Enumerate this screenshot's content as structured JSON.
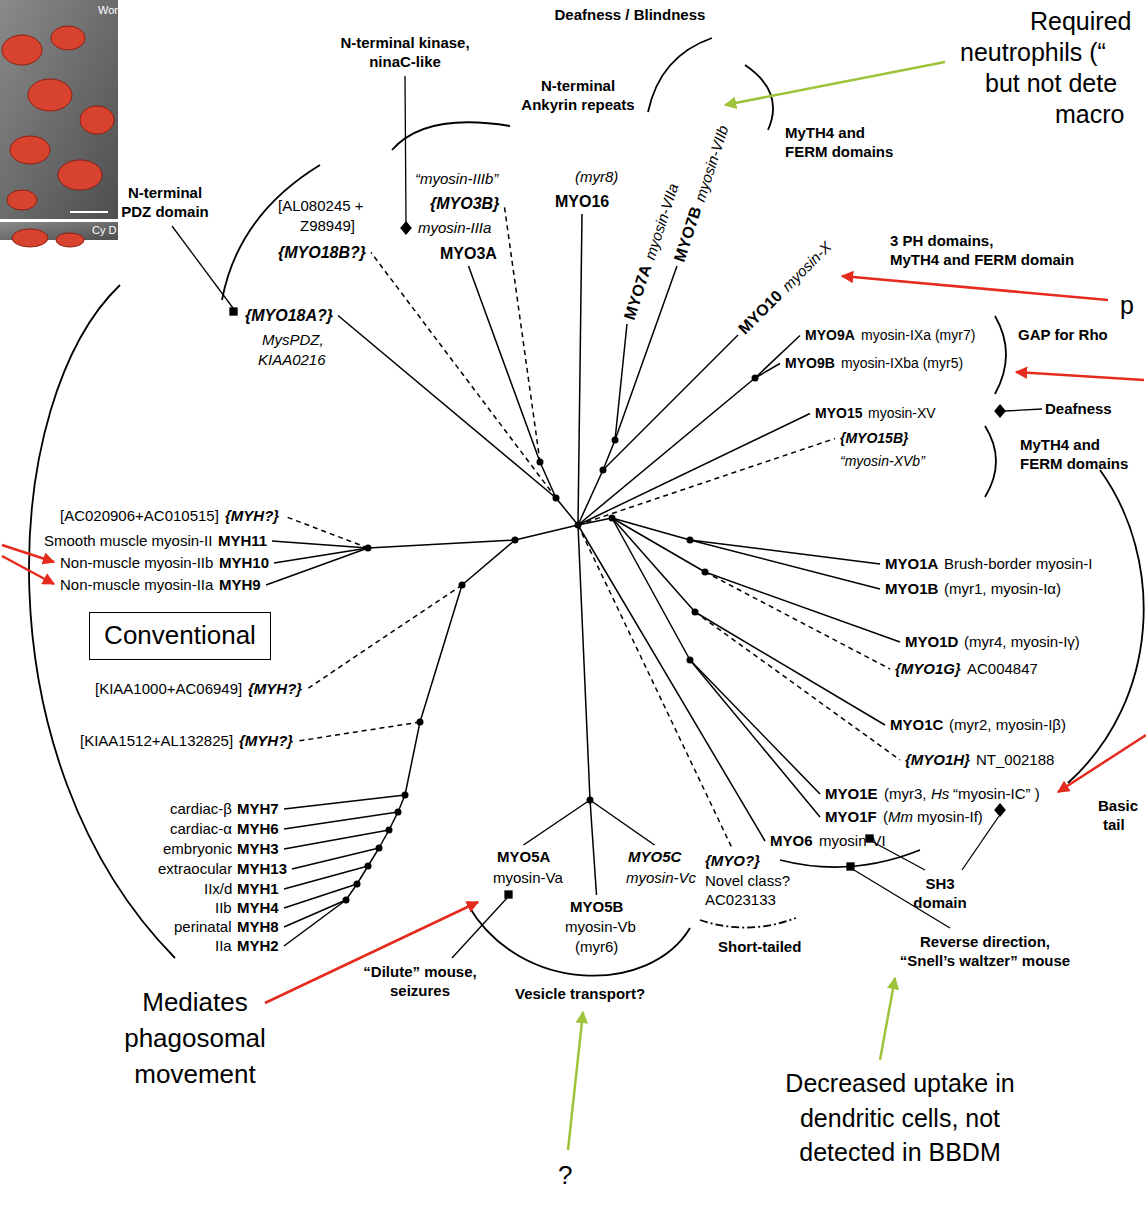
{
  "diagram": {
    "nodes": [
      {
        "text": [
          "Conventional"
        ]
      }
    ],
    "labels": [
      "Wort",
      "Cy D",
      "Required",
      "neutrophils (“",
      "but not dete",
      "macro",
      "Deafness / Blindness",
      "N-terminal kinase, ninaC-like",
      "N-terminal Ankyrin repeats",
      "N-terminal PDZ domain",
      "MyTH4 and FERM domains",
      "3 PH domains,",
      "MyTH4 and FERM domain",
      "p",
      "[AL080245 +",
      "Z98949]",
      "{MYO18B?}",
      "{MYO18A?}",
      "MysPDZ,",
      "KIAA0216",
      "“myosin-IIIb”",
      "{MYO3B}",
      "myosin-IIIa",
      "MYO3A",
      "(myr8)",
      "MYO16",
      "MYO7A",
      "myosin-VIIa",
      "MYO7B",
      "myosin-VIIb",
      "MYO10",
      "myosin-X",
      "MYO9A",
      "myosin-IXa (myr7)",
      "MYO9B",
      "myosin-IXba (myr5)",
      "GAP for Rho",
      "MYO15",
      "myosin-XV",
      "{MYO15B}",
      "“myosin-XVb”",
      "Deafness",
      "MyTH4 and FERM domains",
      "[AC020906+AC010515]",
      "{MYH?}",
      "Smooth muscle myosin-II",
      "MYH11",
      "Non-muscle myosin-IIb",
      "MYH10",
      "Non-muscle myosin-IIa",
      "MYH9",
      "[KIAA1000+AC06949]",
      "{MYH?}",
      "[KIAA1512+AL132825]",
      "{MYH?}",
      "cardiac-β",
      "MYH7",
      "cardiac-α",
      "MYH6",
      "embryonic",
      "MYH3",
      "extraocular",
      "MYH13",
      "IIx/d",
      "MYH1",
      "IIb",
      "MYH4",
      "perinatal",
      "MYH8",
      "IIa",
      "MYH2",
      "MYO1A",
      "Brush-border myosin-I",
      "MYO1B",
      "(myr1, myosin-Iα)",
      "MYO1D",
      "(myr4, myosin-Iγ)",
      "{MYO1G}",
      "AC004847",
      "MYO1C",
      "(myr2, myosin-Iβ)",
      "{MYO1H}",
      "NT_002188",
      "MYO1E",
      "(myr3,",
      "Hs",
      "“myosin-IC” )",
      "MYO1F",
      "(",
      "Mm",
      "myosin-If)",
      "Basic",
      "tail",
      "SH3 domain",
      "MYO5A",
      "myosin-Va",
      "MYO5B",
      "myosin-Vb",
      "(myr6)",
      "MYO5C",
      "myosin-Vc",
      "{MYO?}",
      "Novel class?",
      "AC023133",
      "Short-tailed",
      "MYO6",
      "myosin-VI",
      "“Dilute” mouse, seizures",
      "Vesicle transport?",
      "Reverse direction, “Snell’s waltzer” mouse",
      "Mediates phagosomal movement",
      "?",
      "Decreased uptake in dendritic cells, not detected in BBDM"
    ]
  }
}
